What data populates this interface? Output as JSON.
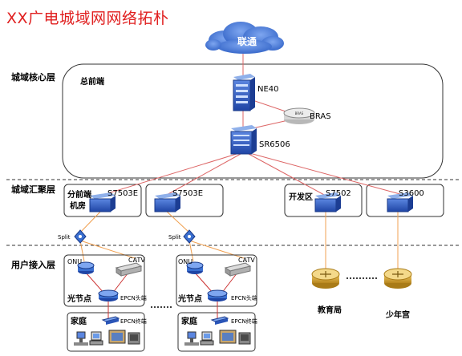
{
  "title": "XX广电城域网网络拓朴",
  "layers": {
    "core": "城域核心层",
    "aggregation": "城域汇聚层",
    "access": "用户接入层"
  },
  "core": {
    "group_label": "总前端",
    "cloud_label": "联通",
    "ne40": "NE40",
    "bras": "BRAS",
    "sr6506": "SR6506"
  },
  "aggregation": {
    "boxes": [
      {
        "name_line1": "分前端",
        "name_line2": "机房",
        "switch": "S7503E"
      },
      {
        "name": "",
        "switch": "S7503E"
      },
      {
        "name": "开发区",
        "switch": "S7502"
      },
      {
        "name": "",
        "switch": "S3600"
      }
    ]
  },
  "access": {
    "split": "Split",
    "onu": "ONU",
    "catv": "CATV",
    "optical_node": "光节点",
    "epcn_head": "EPCN头端",
    "home": "家庭",
    "epcn_terminal": "EPCN终端",
    "edu_bureau": "教育局",
    "youth_palace": "少年宫"
  },
  "colors": {
    "title": "#e02020",
    "cloud": "#3a6fd0",
    "device_blue": "#2a55b8",
    "router_gold": "#d9a531",
    "fiber_orange": "#f0a050",
    "link_red": "#d66"
  }
}
